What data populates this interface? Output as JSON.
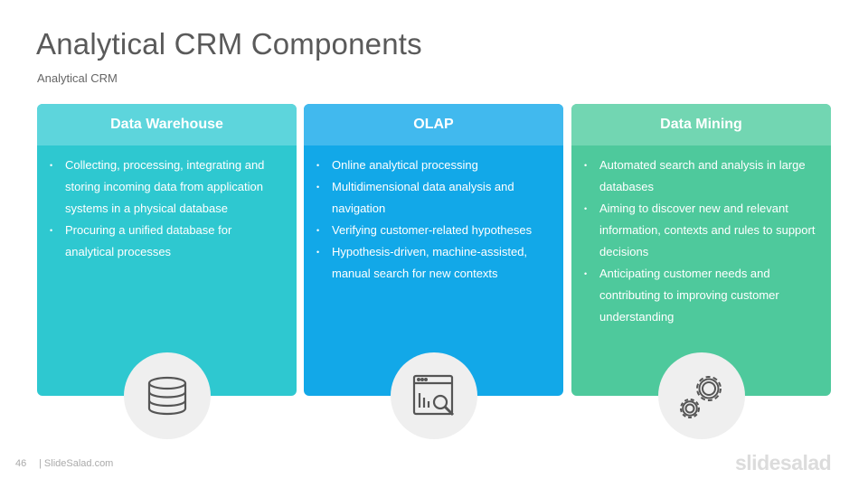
{
  "title": "Analytical CRM Components",
  "subtitle": "Analytical CRM",
  "cards": [
    {
      "heading": "Data Warehouse",
      "header_color": "#5dd5dc",
      "body_color": "#2ec8d0",
      "icon": "database-icon",
      "bullets": [
        "Collecting, processing, integrating and storing incoming data from application systems in a physical database",
        "Procuring a unified database for analytical processes"
      ]
    },
    {
      "heading": "OLAP",
      "header_color": "#41b9ee",
      "body_color": "#12a8e8",
      "icon": "analytics-search-icon",
      "bullets": [
        "Online analytical processing",
        "Multidimensional data analysis and navigation",
        "Verifying customer-related hypotheses",
        "Hypothesis-driven, machine-assisted, manual search for new contexts"
      ]
    },
    {
      "heading": "Data Mining",
      "header_color": "#72d6b2",
      "body_color": "#4ec99c",
      "icon": "gears-icon",
      "bullets": [
        "Automated search and analysis in large databases",
        "Aiming to discover new and relevant information, contexts and rules to support decisions",
        "Anticipating customer needs and contributing to improving customer understanding"
      ]
    }
  ],
  "footer": {
    "page_number": "46",
    "brand": "| SlideSalad.com",
    "logo": "slidesalad"
  }
}
